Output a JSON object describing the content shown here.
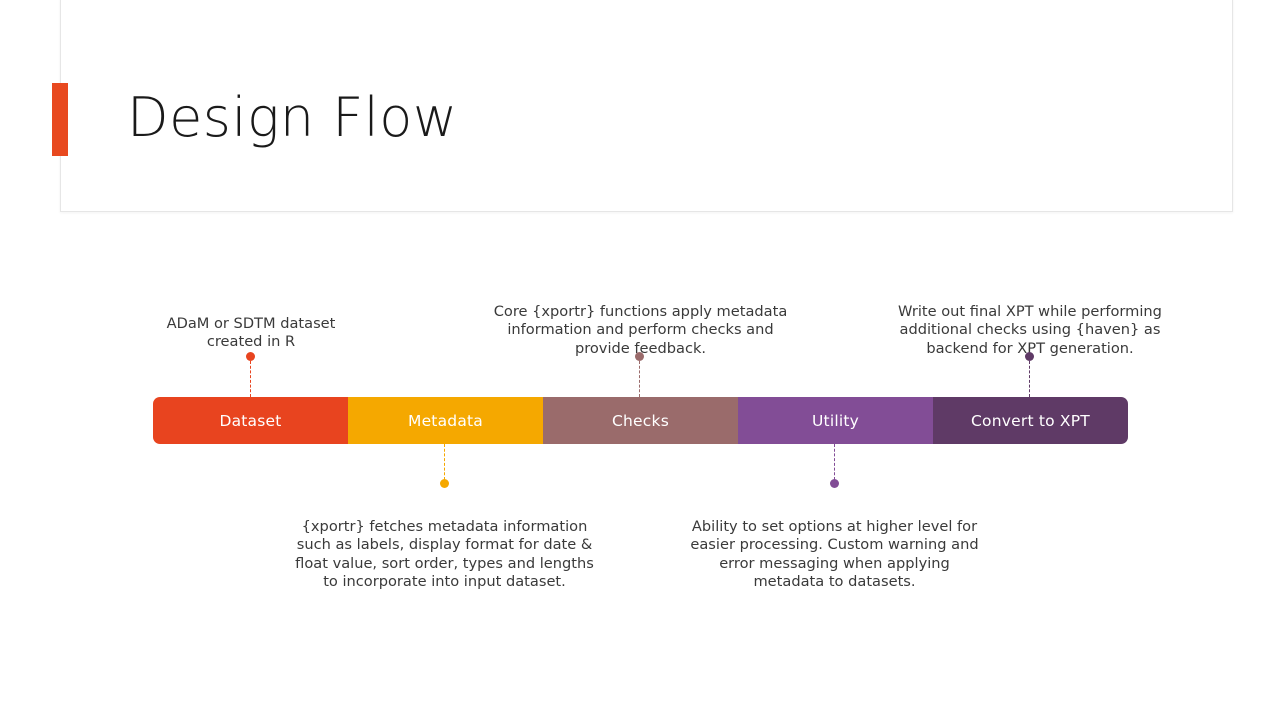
{
  "slide": {
    "title": "Design Flow",
    "accent_color": "#e8491f",
    "background_color": "#ffffff"
  },
  "process": {
    "segments": [
      {
        "label": "Dataset",
        "color": "#e8441f",
        "text_color": "#ffffff"
      },
      {
        "label": "Metadata",
        "color": "#f5a800",
        "text_color": "#ffffff"
      },
      {
        "label": "Checks",
        "color": "#9a6b6b",
        "text_color": "#ffffff"
      },
      {
        "label": "Utility",
        "color": "#824d96",
        "text_color": "#ffffff"
      },
      {
        "label": "Convert to XPT",
        "color": "#5f3a66",
        "text_color": "#ffffff"
      }
    ]
  },
  "callouts": [
    {
      "id": "dataset-callout",
      "position": "above",
      "text": "ADaM or SDTM dataset\ncreated in R",
      "dot_color": "#e8441f",
      "line_color": "#e8441f"
    },
    {
      "id": "metadata-callout",
      "position": "below",
      "text": "{xportr} fetches metadata information\nsuch as labels, display format for date &\nfloat value, sort order, types and lengths\nto incorporate  into input dataset.",
      "dot_color": "#f5a800",
      "line_color": "#f5a800"
    },
    {
      "id": "checks-callout",
      "position": "above",
      "text": "Core {xportr} functions apply metadata\ninformation  and perform checks and\nprovide feedback.",
      "dot_color": "#9a6b6b",
      "line_color": "#9a6b6b"
    },
    {
      "id": "utility-callout",
      "position": "below",
      "text": "Ability to set options at higher level for\neasier processing.  Custom warning and\nerror messaging when applying\nmetadata to datasets.",
      "dot_color": "#824d96",
      "line_color": "#824d96"
    },
    {
      "id": "convert-callout",
      "position": "above",
      "text": "Write out final XPT while performing\nadditional  checks using {haven} as\nbackend for XPT generation.",
      "dot_color": "#5f3a66",
      "line_color": "#5f3a66"
    }
  ]
}
